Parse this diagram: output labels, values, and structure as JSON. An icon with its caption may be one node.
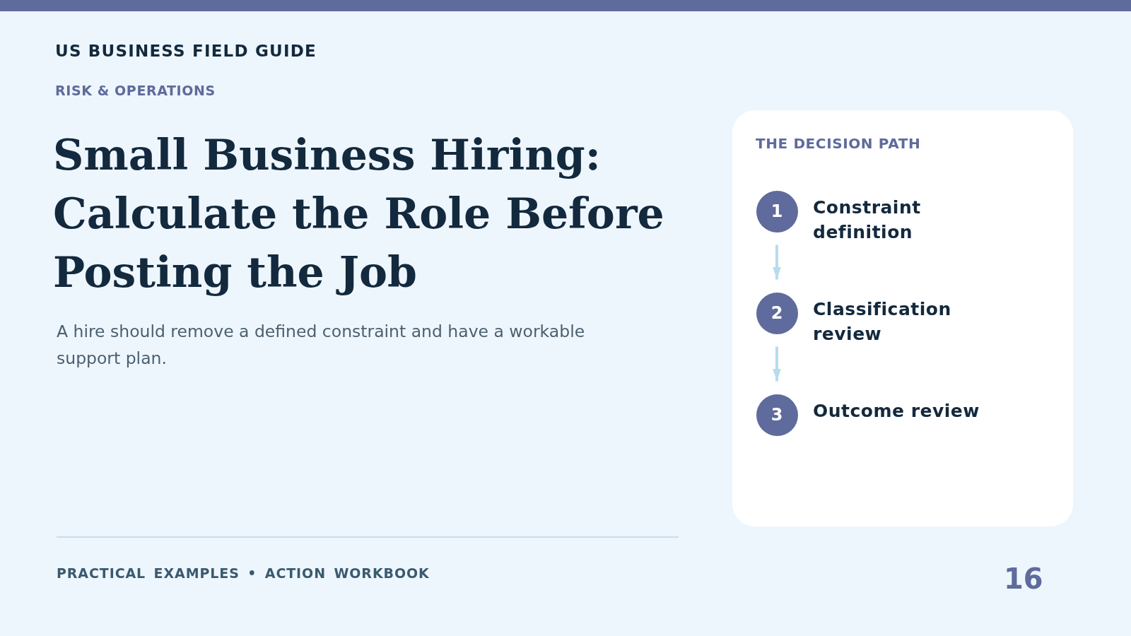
{
  "diagram": {
    "title": "Small Business Hiring: Calculate the Role Before Posting the Job",
    "nodes": [
      {
        "text": [
          "THE DECISION PATH"
        ]
      },
      {
        "text": [
          "1"
        ],
        "in": 0,
        "beside": [
          "Constraint definition"
        ]
      },
      {
        "text": [
          "2"
        ],
        "in": 0,
        "beside": [
          "Classification review"
        ]
      },
      {
        "text": [
          "3"
        ],
        "in": 0,
        "beside": [
          "Outcome review"
        ]
      }
    ],
    "edges": [
      {
        "from": 1,
        "to": 2,
        "arrow": "to"
      },
      {
        "from": 2,
        "to": 3,
        "arrow": "to"
      }
    ],
    "labels": [
      "US BUSINESS FIELD GUIDE",
      "RISK & OPERATIONS",
      "A hire should remove a defined constraint and have a workable support plan.",
      "PRACTICAL EXAMPLES • ACTION WORKBOOK",
      "16"
    ]
  }
}
